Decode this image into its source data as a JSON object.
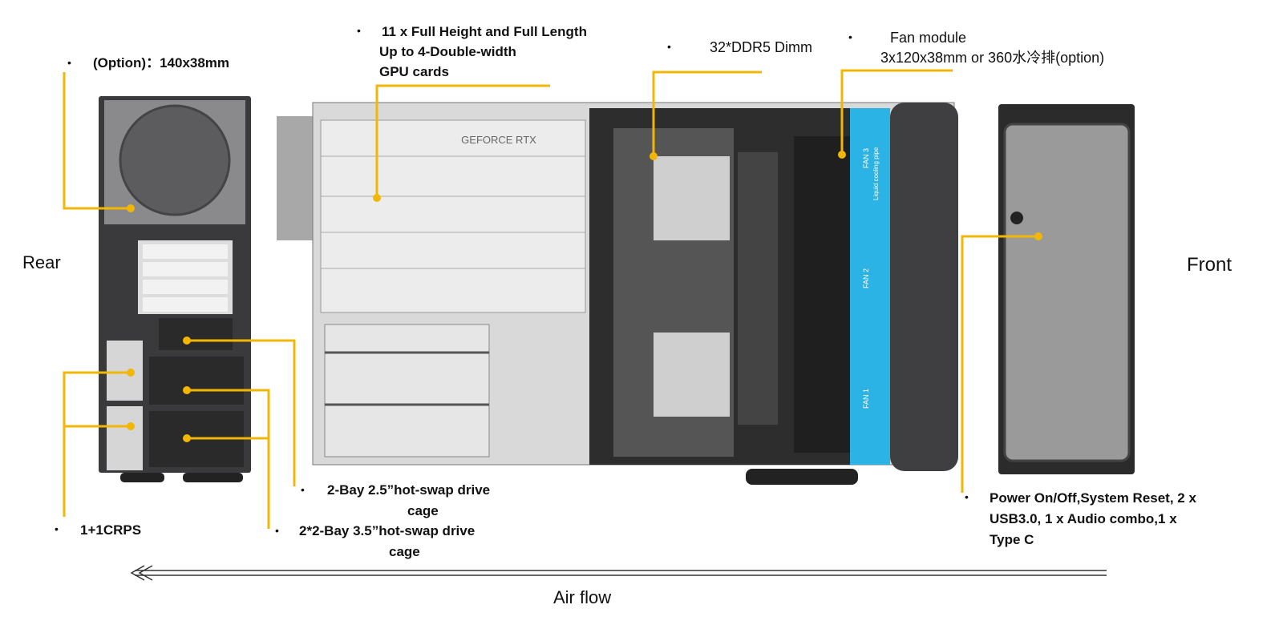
{
  "labels": {
    "psu_fan": "(Option)：140x38mm",
    "gpu_line1": "11 x Full Height and Full Length",
    "gpu_line2": "Up to 4-Double-width",
    "gpu_line3": "GPU cards",
    "dimm": "32*DDR5 Dimm",
    "fan_line1": "Fan  module",
    "fan_line2": "3x120x38mm  or 360水冷排(option)",
    "crps": "1+1CRPS",
    "bay25_line1": "2-Bay 2.5”hot-swap drive",
    "bay25_line2": "cage",
    "bay35_line1": "2*2-Bay 3.5”hot-swap drive",
    "bay35_line2": "cage",
    "front_io_line1": "Power On/Off,System Reset, 2 x",
    "front_io_line2": "USB3.0, 1 x Audio combo,1 x",
    "front_io_line3": "Type C",
    "rear": "Rear",
    "front": "Front",
    "airflow": "Air flow",
    "bullet": "•",
    "gpu_brand": "GEFORCE RTX",
    "fan3": "FAN 3",
    "fan2": "FAN 2",
    "fan1": "FAN 1",
    "liquid": "Liquid cooling pipe"
  },
  "colors": {
    "callout": "#F2B705",
    "chassis": "#3a3a3c",
    "coolant": "#2BB3E6"
  }
}
